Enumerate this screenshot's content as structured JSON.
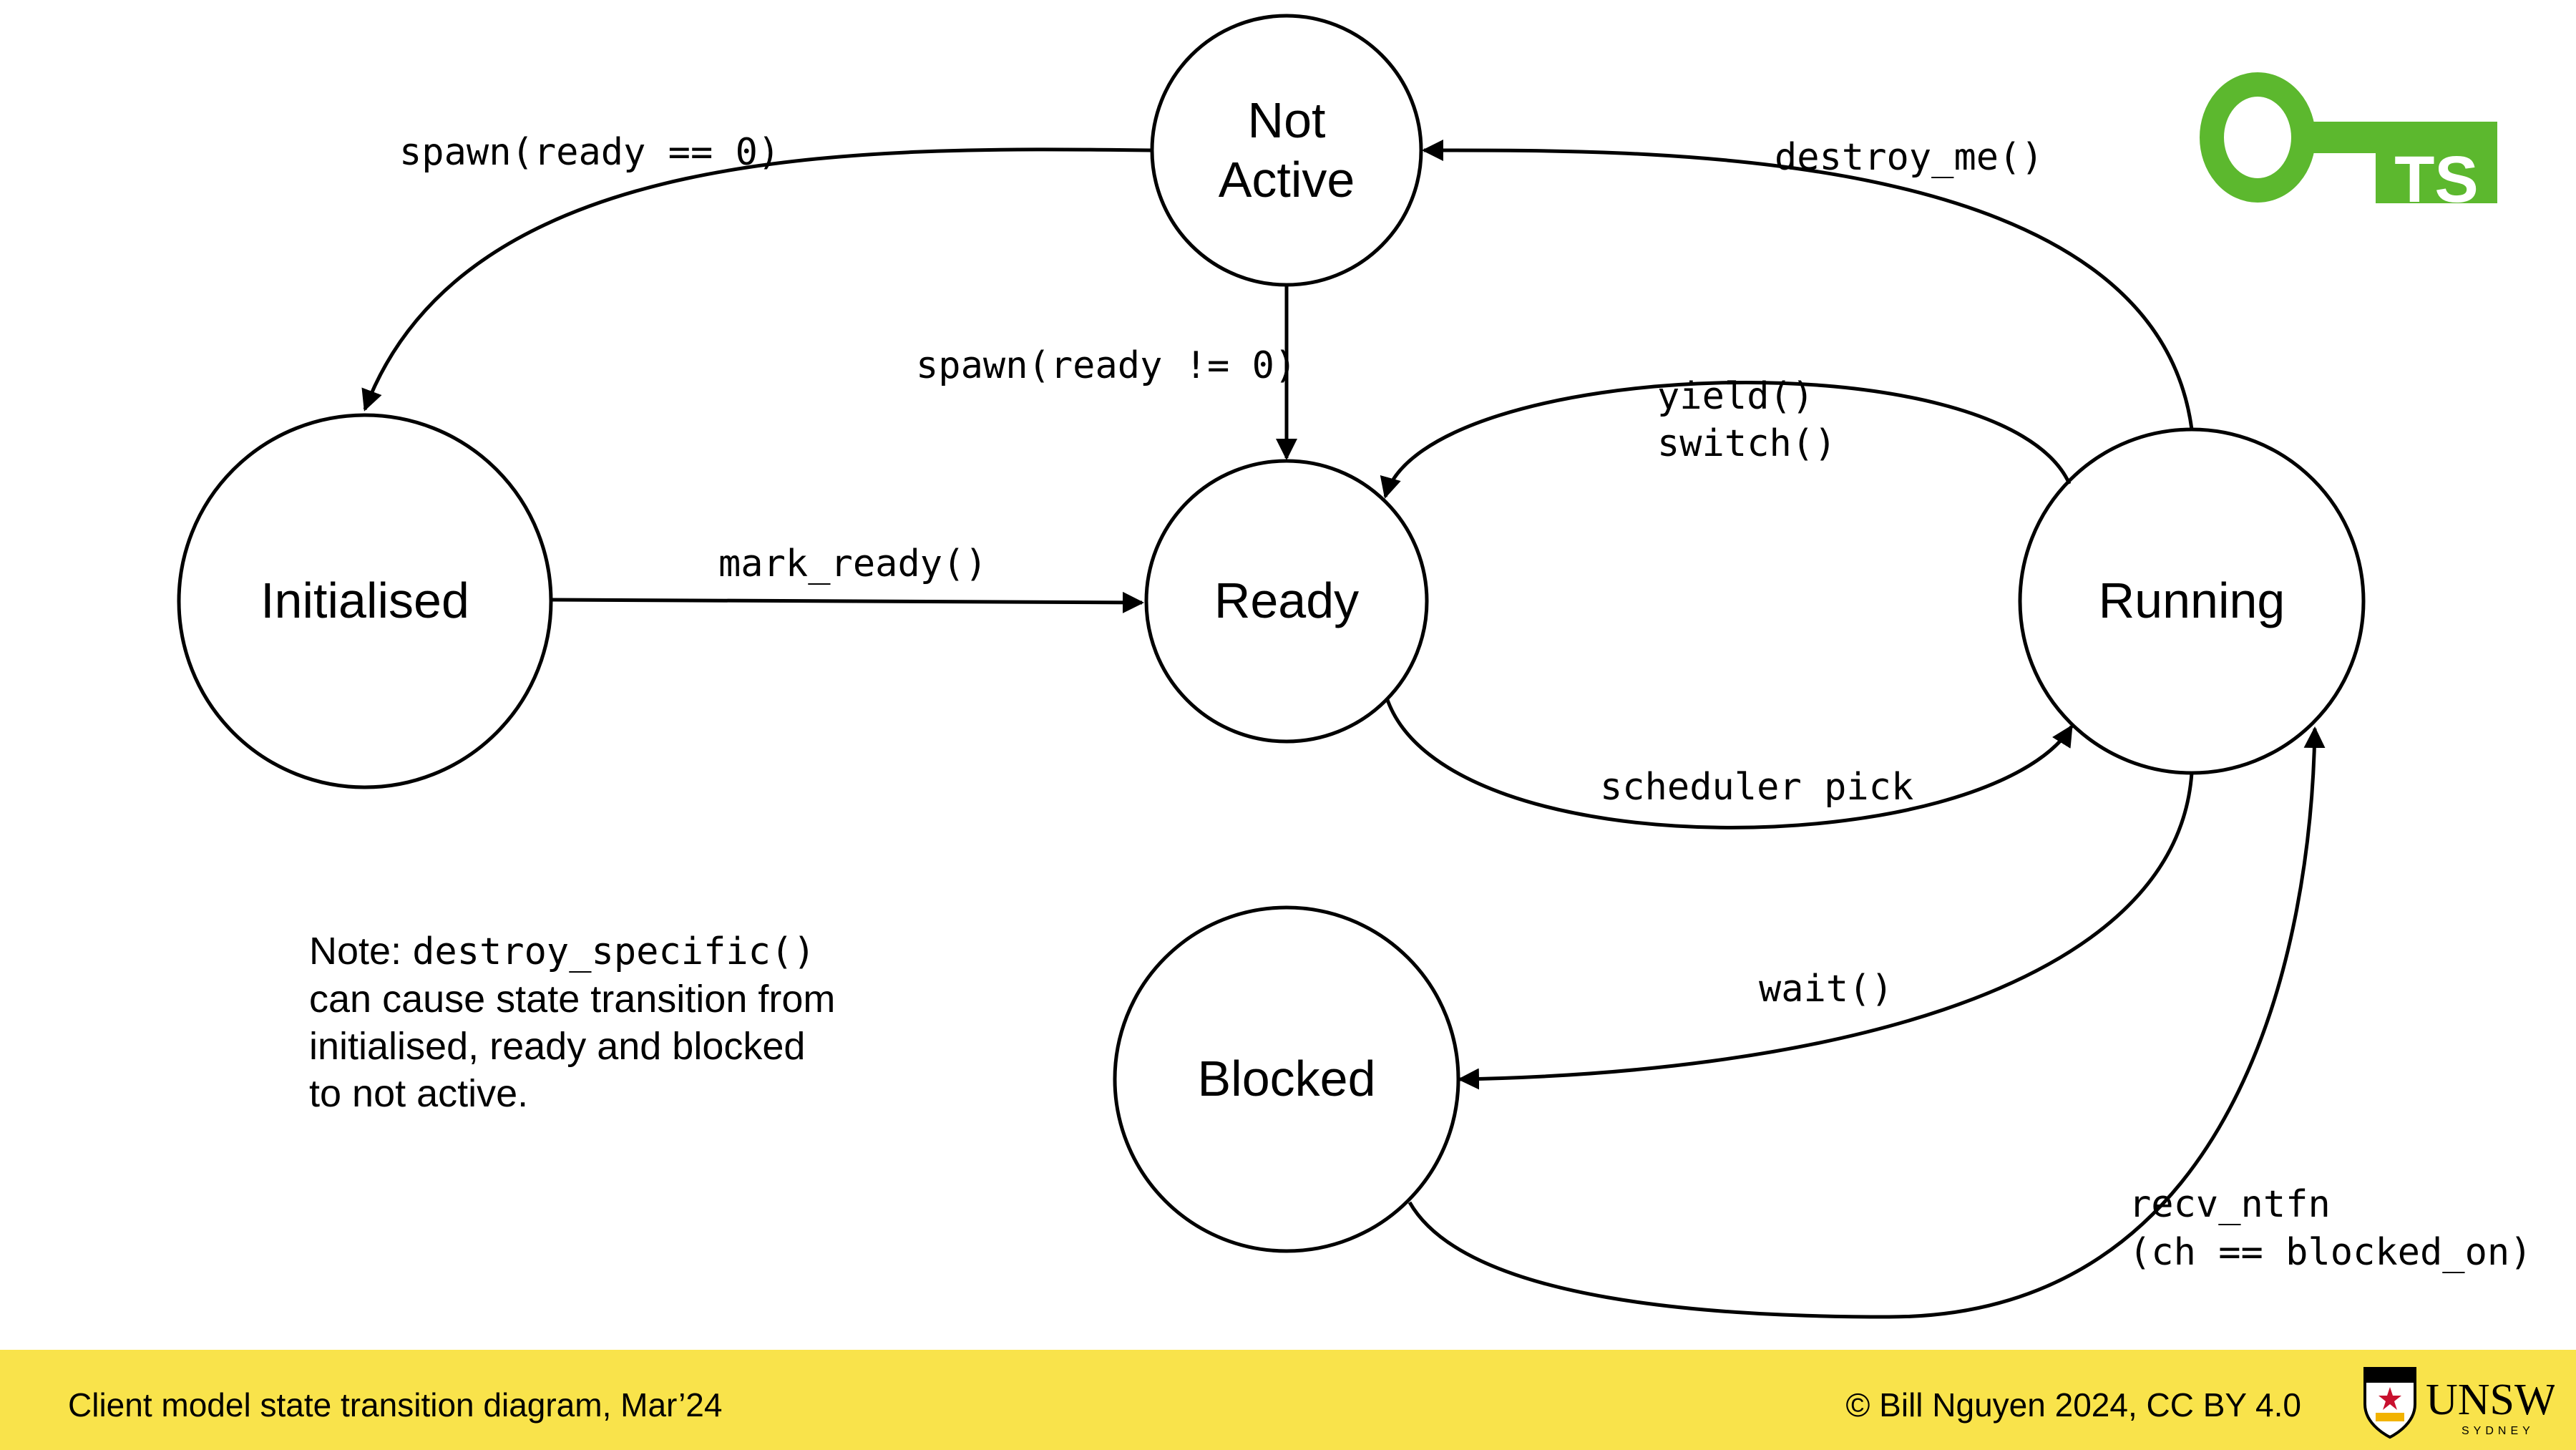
{
  "diagram": {
    "states": {
      "not_active": [
        "Not",
        "Active"
      ],
      "initialised": "Initialised",
      "ready": "Ready",
      "running": "Running",
      "blocked": "Blocked"
    },
    "transitions": {
      "spawn_zero": "spawn(ready == 0)",
      "spawn_nonzero": "spawn(ready != 0)",
      "mark_ready": "mark_ready()",
      "yield": "yield()",
      "switch": "switch()",
      "scheduler_pick": "scheduler pick",
      "destroy_me": "destroy_me()",
      "wait": "wait()",
      "recv_ntfn": [
        "recv_ntfn",
        "(ch == blocked_on)"
      ]
    },
    "note": {
      "prefix": "Note: ",
      "code": "destroy_specific()",
      "lines": [
        "can cause state transition from",
        "initialised, ready and blocked",
        "to not active."
      ]
    }
  },
  "logo": {
    "text": "TS",
    "color": "#5cb82e"
  },
  "footer": {
    "caption": "Client model state transition diagram, Mar’24",
    "copyright": "© Bill Nguyen 2024, CC BY 4.0",
    "brand": "UNSW",
    "brand_sub": "SYDNEY",
    "background": "#f9e34b"
  }
}
